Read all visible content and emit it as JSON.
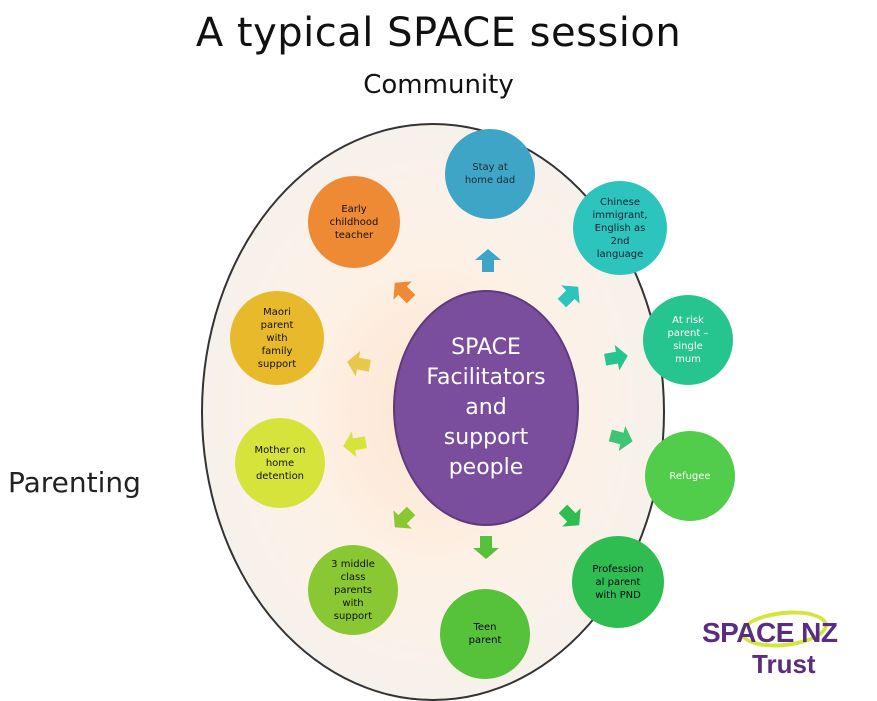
{
  "title": "A typical SPACE session",
  "axis_top_label": "Community",
  "axis_left_label": "Parenting",
  "center": {
    "label": "SPACE\nFacilitators\nand\nsupport\npeople",
    "color": "#7a4e9c"
  },
  "nodes": [
    {
      "key": "stay-at-home-dad",
      "label": "Stay at\nhome dad",
      "color": "#3fa5c6",
      "text_color": "#1c2a33"
    },
    {
      "key": "chinese-immigrant",
      "label": "Chinese\nimmigrant,\nEnglish as\n2nd\nlanguage",
      "color": "#2ec4be",
      "text_color": "#123"
    },
    {
      "key": "at-risk-parent",
      "label": "At risk\nparent –\nsingle\nmum",
      "color": "#26c48e",
      "text_color": "#ffffff"
    },
    {
      "key": "refugee",
      "label": "Refugee",
      "color": "#52cc4b",
      "text_color": "#ffffff"
    },
    {
      "key": "professional-parent",
      "label": "Profession\nal parent\nwith PND",
      "color": "#2fbd52",
      "text_color": "#102"
    },
    {
      "key": "teen-parent",
      "label": "Teen\nparent",
      "color": "#56c23a",
      "text_color": "#102"
    },
    {
      "key": "middle-class-parents",
      "label": "3 middle\nclass\nparents\nwith\nsupport",
      "color": "#89c832",
      "text_color": "#111"
    },
    {
      "key": "mother-home-detention",
      "label": "Mother on\nhome\ndetention",
      "color": "#d6e33a",
      "text_color": "#111"
    },
    {
      "key": "maori-parent",
      "label": "Maori\nparent\nwith\nfamily\nsupport",
      "color": "#e8b92a",
      "text_color": "#111"
    },
    {
      "key": "early-childhood-teacher",
      "label": "Early\nchildhood\nteacher",
      "color": "#ef8a34",
      "text_color": "#111"
    }
  ],
  "arrows": [
    {
      "key": "stay-at-home-dad",
      "color": "#3fa5c6"
    },
    {
      "key": "chinese-immigrant",
      "color": "#2ec4be"
    },
    {
      "key": "at-risk-parent",
      "color": "#26c48e"
    },
    {
      "key": "refugee",
      "color": "#3fc474"
    },
    {
      "key": "professional-parent",
      "color": "#2fbd52"
    },
    {
      "key": "teen-parent",
      "color": "#56c23a"
    },
    {
      "key": "middle-class-parents",
      "color": "#89c832"
    },
    {
      "key": "mother-home-detention",
      "color": "#d6e33a"
    },
    {
      "key": "maori-parent",
      "color": "#e8c84a"
    },
    {
      "key": "early-childhood-teacher",
      "color": "#ef8a34"
    }
  ],
  "logo": {
    "line1": "SPACE NZ",
    "line2": "Trust",
    "text_color": "#5a2d82",
    "ring_color": "#d5e63a"
  }
}
